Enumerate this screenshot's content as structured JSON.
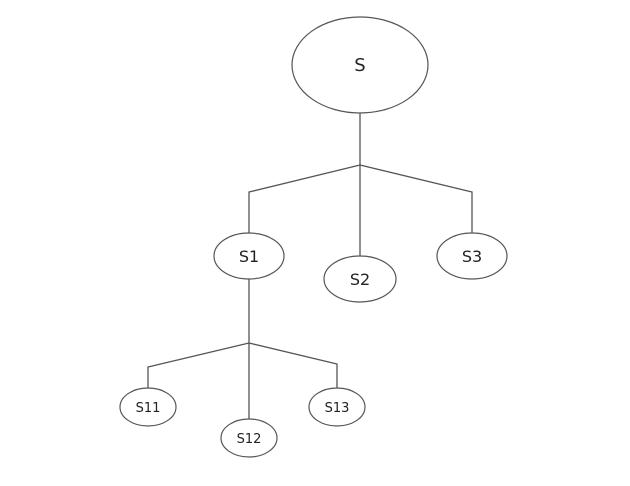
{
  "diagram": {
    "type": "tree",
    "nodes": [
      {
        "id": "S",
        "label": "S",
        "parent": null
      },
      {
        "id": "S1",
        "label": "S1",
        "parent": "S"
      },
      {
        "id": "S2",
        "label": "S2",
        "parent": "S"
      },
      {
        "id": "S3",
        "label": "S3",
        "parent": "S"
      },
      {
        "id": "S11",
        "label": "S11",
        "parent": "S1"
      },
      {
        "id": "S12",
        "label": "S12",
        "parent": "S1"
      },
      {
        "id": "S13",
        "label": "S13",
        "parent": "S1"
      }
    ]
  }
}
